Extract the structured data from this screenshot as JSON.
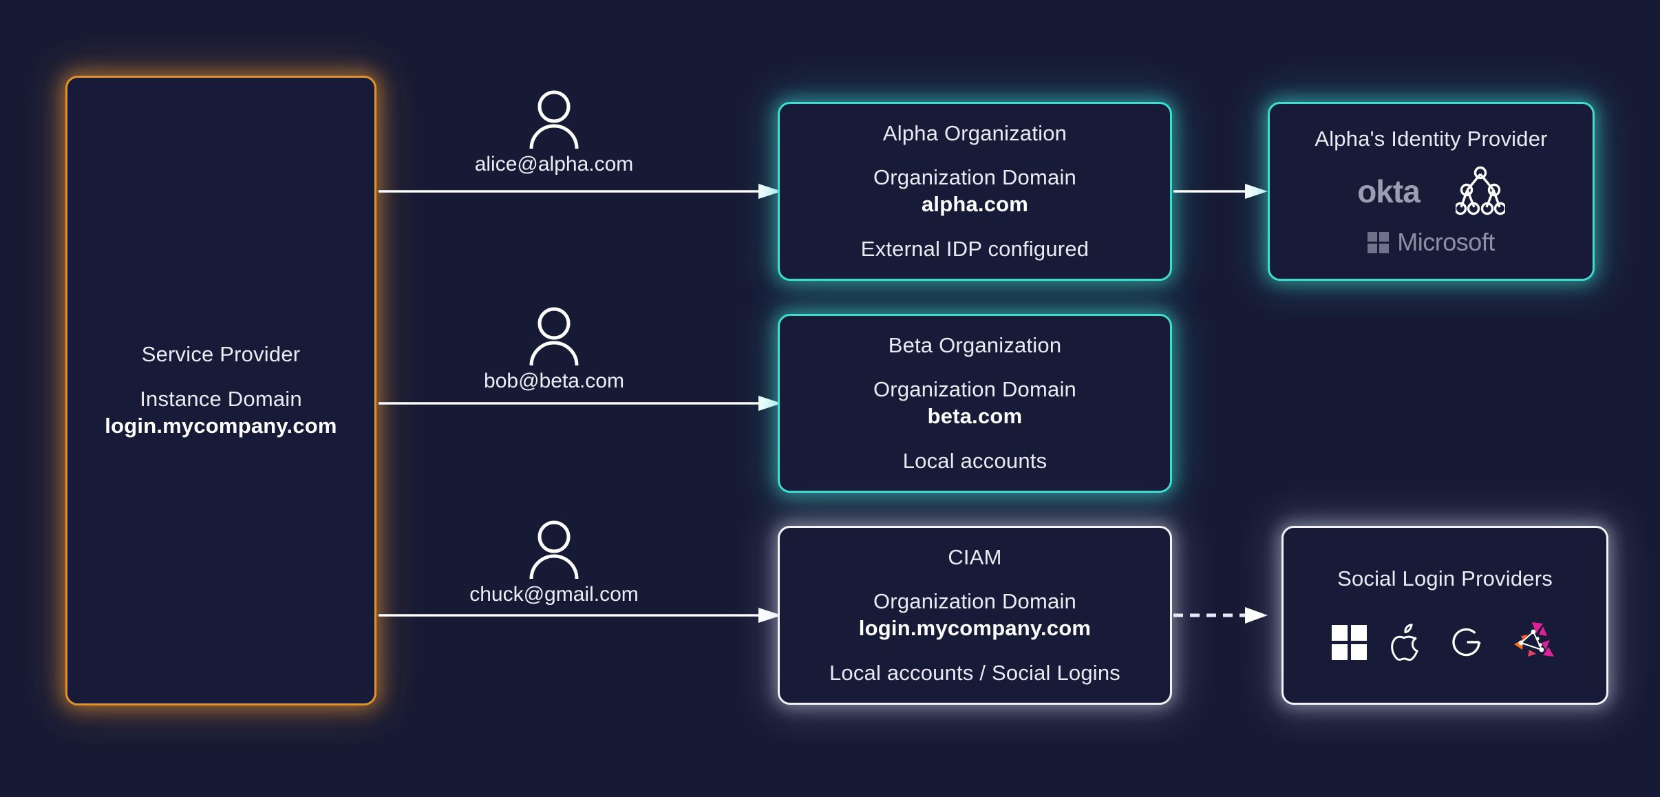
{
  "theme": {
    "background": "#171a35",
    "node_fill": "#181b38",
    "accent_orange": "#e2912f",
    "accent_teal": "#3cded0",
    "accent_white": "#f2f2f8",
    "text": "#e9eaf2"
  },
  "service_provider": {
    "title": "Service Provider",
    "domain_label": "Instance Domain",
    "domain_value": "login.mycompany.com",
    "border_color": "#e2912f"
  },
  "actors": [
    {
      "icon": "user-icon",
      "email": "alice@alpha.com"
    },
    {
      "icon": "user-icon",
      "email": "bob@beta.com"
    },
    {
      "icon": "user-icon",
      "email": "chuck@gmail.com"
    }
  ],
  "organizations": [
    {
      "id": "alpha",
      "title": "Alpha Organization",
      "domain_label": "Organization Domain",
      "domain_value": "alpha.com",
      "footer": "External IDP configured",
      "border_color": "#3cded0"
    },
    {
      "id": "beta",
      "title": "Beta Organization",
      "domain_label": "Organization Domain",
      "domain_value": "beta.com",
      "footer": "Local accounts",
      "border_color": "#3cded0"
    },
    {
      "id": "ciam",
      "title": "CIAM",
      "domain_label": "Organization Domain",
      "domain_value": "login.mycompany.com",
      "footer": "Local accounts / Social Logins",
      "border_color": "#f2f2f8"
    }
  ],
  "providers": [
    {
      "id": "alpha-idp",
      "title": "Alpha's Identity Provider",
      "border_color": "#3cded0",
      "logos": [
        {
          "name": "okta-logo",
          "label": "okta"
        },
        {
          "name": "ldap-tree-icon",
          "label": ""
        },
        {
          "name": "microsoft-logo",
          "label": "Microsoft"
        }
      ]
    },
    {
      "id": "social-idp",
      "title": "Social  Login Providers",
      "border_color": "#f2f2f8",
      "logos": [
        {
          "name": "microsoft-windows-icon",
          "label": ""
        },
        {
          "name": "apple-logo-icon",
          "label": ""
        },
        {
          "name": "google-g-icon",
          "label": ""
        },
        {
          "name": "keycloak-logo-icon",
          "label": ""
        }
      ]
    }
  ],
  "connections": [
    {
      "id": "alice-to-alpha",
      "style": "solid",
      "head": "arrow"
    },
    {
      "id": "bob-to-beta",
      "style": "solid",
      "head": "arrow"
    },
    {
      "id": "chuck-to-ciam",
      "style": "solid",
      "head": "arrow"
    },
    {
      "id": "alpha-to-idp",
      "style": "solid",
      "head": "arrow"
    },
    {
      "id": "ciam-to-social",
      "style": "dashed",
      "head": "arrow"
    }
  ]
}
